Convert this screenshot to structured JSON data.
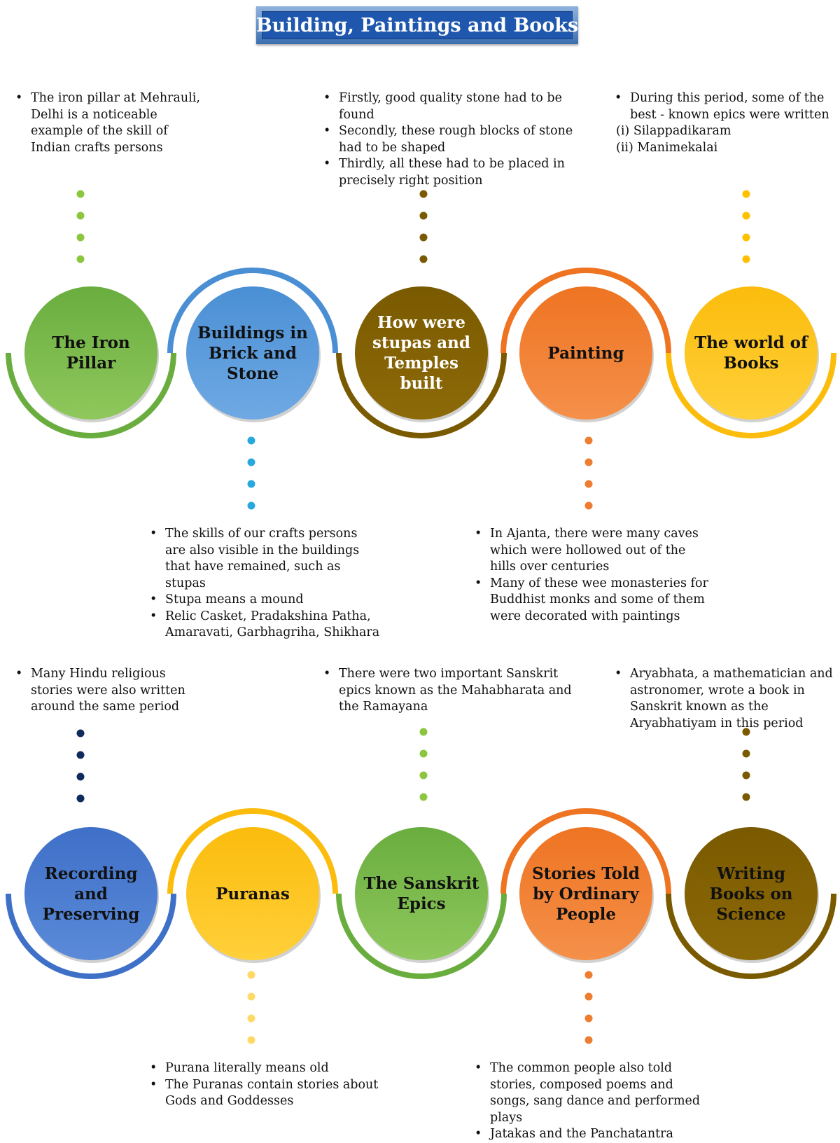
{
  "title": "Building, Paintings and Books",
  "rows": [
    {
      "nodes": [
        {
          "label": [
            "The Iron",
            "Pillar"
          ],
          "color": "#6aad3f",
          "color_light": "#8fc85c",
          "text_color": "#111111",
          "arc": "bottom",
          "dot_color": "#8cc63f",
          "note_pos": "top",
          "note": {
            "bullets": [
              "The iron pillar at Mehrauli, Delhi is a noticeable example of the skill of Indian crafts persons"
            ],
            "plain": []
          }
        },
        {
          "label": [
            "Buildings in",
            "Brick and",
            "Stone"
          ],
          "color": "#4a8fd4",
          "color_light": "#6fa9e4",
          "text_color": "#111111",
          "arc": "top",
          "dot_color": "#29a8e0",
          "note_pos": "bottom",
          "note": {
            "bullets": [
              "The skills of our crafts persons are also visible in the buildings that have remained, such as stupas",
              "Stupa means a mound",
              "Relic Casket, Pradakshina Patha, Amaravati, Garbhagriha, Shikhara"
            ],
            "plain": []
          }
        },
        {
          "label": [
            "How were",
            "stupas and",
            "Temples",
            "built"
          ],
          "color": "#7a5a00",
          "color_light": "#8d6a08",
          "text_color": "#ffffff",
          "arc": "bottom",
          "dot_color": "#7a5a00",
          "note_pos": "top",
          "note": {
            "bullets": [
              "Firstly, good quality stone had to be found",
              "Secondly, these rough blocks of stone had to be shaped",
              "Thirdly, all these had to be placed in precisely right position"
            ],
            "plain": []
          }
        },
        {
          "label": [
            "Painting"
          ],
          "color": "#ee7422",
          "color_light": "#f5904a",
          "text_color": "#111111",
          "arc": "top",
          "dot_color": "#ed7d31",
          "note_pos": "bottom",
          "note": {
            "bullets": [
              "In Ajanta, there were many caves which were hollowed out of the hills over centuries",
              "Many of these wee monasteries for Buddhist monks and some of them were decorated with paintings"
            ],
            "plain": []
          }
        },
        {
          "label": [
            "The world of",
            "Books"
          ],
          "color": "#fbbc0c",
          "color_light": "#ffd03a",
          "text_color": "#111111",
          "arc": "bottom",
          "dot_color": "#ffc000",
          "note_pos": "top",
          "note": {
            "bullets": [
              "During this period, some of the best - known epics were written"
            ],
            "plain": [
              "(i) Silappadikaram",
              "(ii) Manimekalai"
            ]
          }
        }
      ]
    },
    {
      "nodes": [
        {
          "label": [
            "Recording",
            "and",
            "Preserving"
          ],
          "color": "#3f70c8",
          "color_light": "#5a8ad8",
          "text_color": "#111111",
          "arc": "bottom",
          "dot_color": "#0f2a5c",
          "note_pos": "top",
          "note": {
            "bullets": [
              "Many Hindu religious stories were also written around the same period"
            ],
            "plain": []
          }
        },
        {
          "label": [
            "Puranas"
          ],
          "color": "#fbbc0c",
          "color_light": "#ffd03a",
          "text_color": "#111111",
          "arc": "top",
          "dot_color": "#ffd966",
          "note_pos": "bottom",
          "note": {
            "bullets": [
              "Purana literally means old",
              "The Puranas contain stories about Gods and Goddesses"
            ],
            "plain": []
          }
        },
        {
          "label": [
            "The Sanskrit",
            "Epics"
          ],
          "color": "#6aad3f",
          "color_light": "#8fc85c",
          "text_color": "#111111",
          "arc": "bottom",
          "dot_color": "#8cc63f",
          "note_pos": "top",
          "note": {
            "bullets": [
              "There were two important Sanskrit epics known as the Mahabharata and the Ramayana"
            ],
            "plain": []
          }
        },
        {
          "label": [
            "Stories Told",
            "by Ordinary",
            "People"
          ],
          "color": "#ee7422",
          "color_light": "#f5904a",
          "text_color": "#111111",
          "arc": "top",
          "dot_color": "#ed7d31",
          "note_pos": "bottom",
          "note": {
            "bullets": [
              "The common people also told stories, composed poems and songs, sang dance and performed plays",
              "Jatakas and the Panchatantra"
            ],
            "plain": []
          }
        },
        {
          "label": [
            "Writing",
            "Books on",
            "Science"
          ],
          "color": "#7a5a00",
          "color_light": "#8d6a08",
          "text_color": "#111111",
          "arc": "bottom",
          "dot_color": "#7a5a00",
          "note_pos": "top",
          "note": {
            "bullets": [
              "Aryabhata, a mathematician and astronomer, wrote a book in Sanskrit known as the Aryabhatiyam in this period"
            ],
            "plain": []
          }
        }
      ]
    }
  ]
}
